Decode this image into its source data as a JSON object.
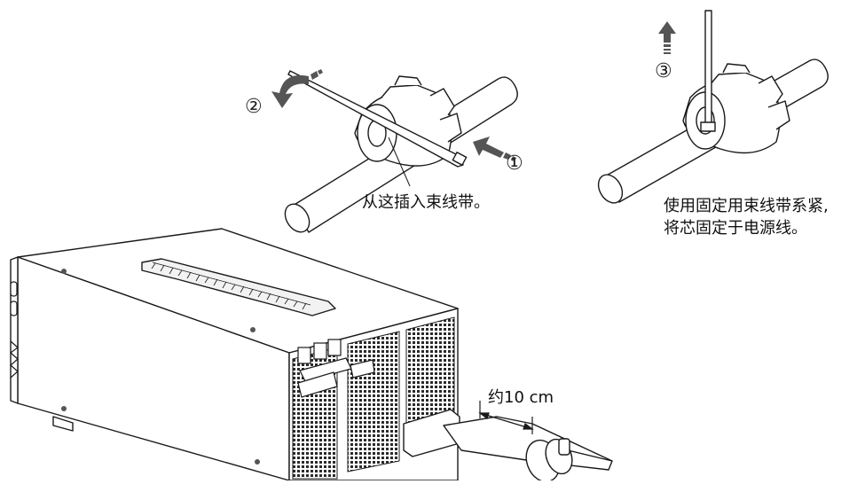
{
  "steps": {
    "one": "①",
    "two": "②",
    "three": "③"
  },
  "labels": {
    "insert_here": "从这插入束线带。",
    "fix_line1": "使用固定用束线带系紧,",
    "fix_line2": "将芯固定于电源线。",
    "distance": "约10 cm"
  },
  "colors": {
    "line": "#1a1a1a",
    "arrow": "#555555",
    "grid": "#2a2a2a"
  }
}
